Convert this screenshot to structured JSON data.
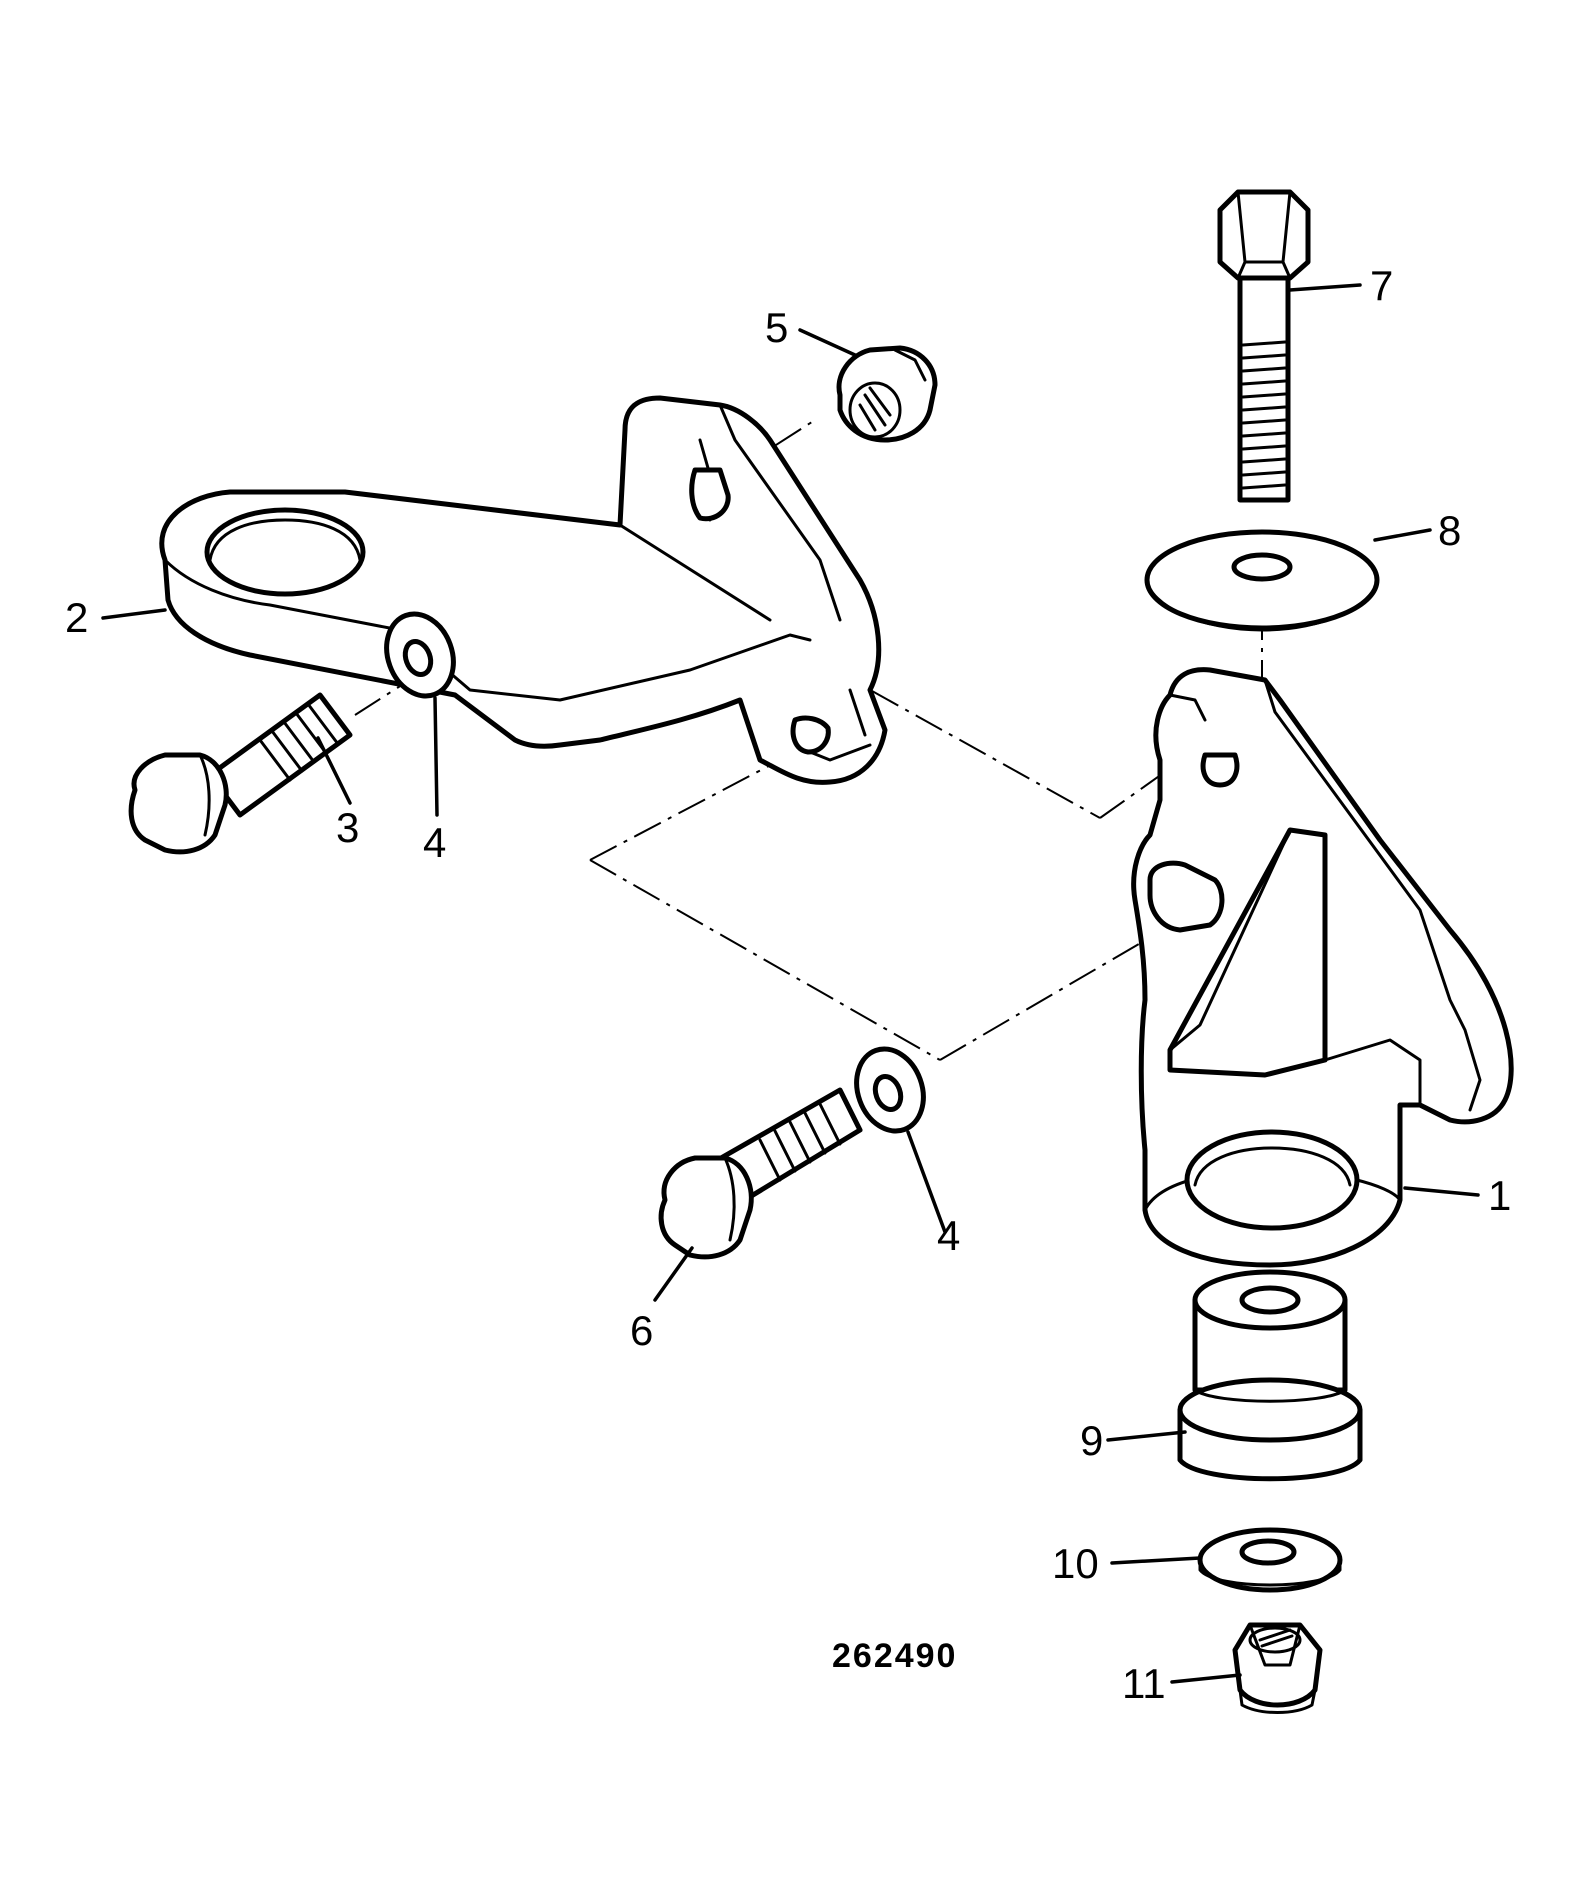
{
  "diagram": {
    "reference_number": "262490",
    "callouts": {
      "c1": "1",
      "c2": "2",
      "c3": "3",
      "c4a": "4",
      "c4b": "4",
      "c5": "5",
      "c6": "6",
      "c7": "7",
      "c8": "8",
      "c9": "9",
      "c10": "10",
      "c11": "11"
    }
  }
}
